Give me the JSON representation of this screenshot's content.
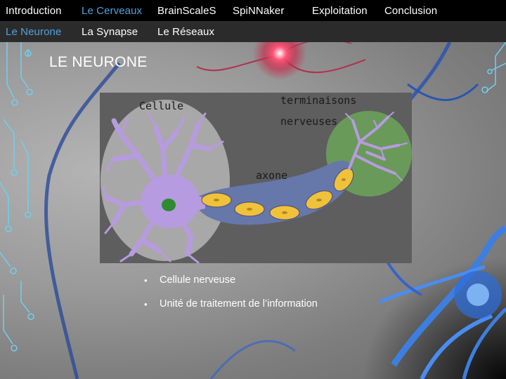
{
  "nav_primary": [
    {
      "label": "Introduction",
      "active": false
    },
    {
      "label": "Le Cerveaux",
      "active": true
    },
    {
      "label": "BrainScaleS",
      "active": false
    },
    {
      "label": "SpiNNaker",
      "active": false
    },
    {
      "label": "Exploitation",
      "active": false
    },
    {
      "label": "Conclusion",
      "active": false
    }
  ],
  "nav_secondary": [
    {
      "label": "Le Neurone",
      "active": true
    },
    {
      "label": "La Synapse",
      "active": false
    },
    {
      "label": "Le Réseaux",
      "active": false
    }
  ],
  "page": {
    "title": "LE NEURONE"
  },
  "diagram": {
    "label_cell": "Cellule",
    "label_terminals_1": "terminaisons",
    "label_terminals_2": "nerveuses",
    "label_axon": "axone"
  },
  "bullets": [
    "Cellule nerveuse",
    "Unité de traitement de l’information"
  ],
  "colors": {
    "nav_active": "#4fa3e0",
    "nav_bg": "#000000",
    "subnav_bg": "#2b2b2b",
    "cell_body": "#b79be0",
    "nucleus": "#2e8b2e",
    "axon": "#6677aa",
    "myelin": "#f0c23a",
    "terminals_zone": "#6a9a5a",
    "cell_zone": "#a8a8a8"
  }
}
